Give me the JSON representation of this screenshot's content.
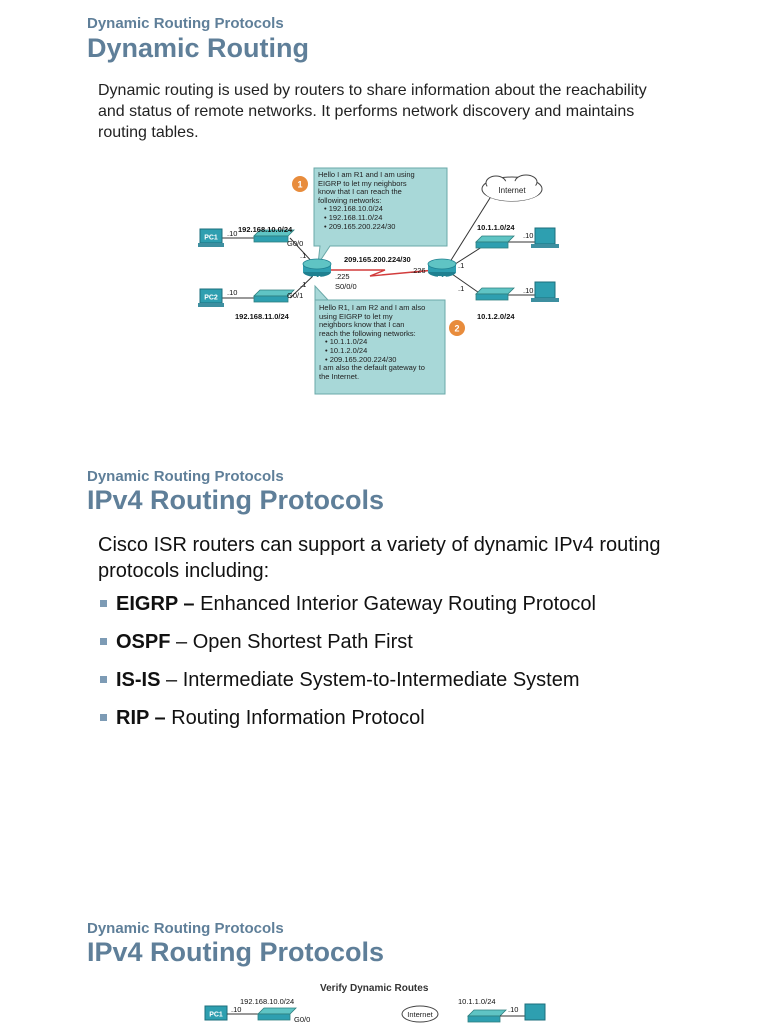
{
  "slide1": {
    "subtitle": "Dynamic Routing Protocols",
    "title": "Dynamic Routing",
    "paragraph": "Dynamic routing is used by routers to share information about the reachability and status of remote networks. It performs network discovery and maintains routing tables.",
    "diagram": {
      "callout1_badge": "1",
      "callout1_lines": [
        "Hello I am R1 and I am using",
        "EIGRP to let my neighbors",
        "know that I can reach the",
        "following networks:"
      ],
      "callout1_items": [
        "192.168.10.0/24",
        "192.168.11.0/24",
        "209.165.200.224/30"
      ],
      "callout2_badge": "2",
      "callout2_lines": [
        "Hello R1, I am R2 and I am also",
        "using EIGRP to let my",
        "neighbors know that I can",
        "reach the following networks:"
      ],
      "callout2_items": [
        "10.1.1.0/24",
        "10.1.2.0/24",
        "209.165.200.224/30"
      ],
      "callout2_tail": [
        "I am also the default gateway to",
        "the Internet."
      ],
      "internet": "Internet",
      "pc1": "PC1",
      "pc2": "PC2",
      "r1": "R1",
      "r2": "R2",
      "net_lan1": "192.168.10.0/24",
      "net_lan2": "192.168.11.0/24",
      "net_wan": "209.165.200.224/30",
      "net_r2_lan1": "10.1.1.0/24",
      "net_r2_lan2": "10.1.2.0/24",
      "pc1_host": ".10",
      "pc2_host": ".10",
      "r2pc1_host": ".10",
      "r2pc2_host": ".10",
      "r1_g00": "G0/0",
      "r1_g01": "G0/1",
      "r1_g00_ip": ".1",
      "r1_g01_ip": ".1",
      "r1_s000": "S0/0/0",
      "r1_wan_ip": ".225",
      "r2_wan_ip": ".226",
      "r2_lan1_ip": ".1",
      "r2_lan2_ip": ".1"
    }
  },
  "slide2": {
    "subtitle": "Dynamic Routing Protocols",
    "title": "IPv4 Routing Protocols",
    "paragraph": "Cisco ISR routers can support a variety of dynamic IPv4 routing protocols including:",
    "bullets": [
      {
        "term": "EIGRP –",
        "desc": " Enhanced Interior Gateway Routing Protocol"
      },
      {
        "term": "OSPF",
        "desc": " – Open Shortest Path First"
      },
      {
        "term": "IS-IS",
        "desc": " – Intermediate System-to-Intermediate System"
      },
      {
        "term": "RIP –",
        "desc": " Routing Information Protocol"
      }
    ]
  },
  "slide3": {
    "subtitle": "Dynamic Routing Protocols",
    "title": "IPv4 Routing Protocols",
    "diagram_title": "Verify Dynamic Routes",
    "diagram": {
      "pc1": "PC1",
      "net_lan1": "192.168.10.0/24",
      "pc1_host": ".10",
      "r1_g00": "G0/0",
      "internet": "Internet",
      "net_r2_lan1": "10.1.1.0/24",
      "r2pc1_host": ".10"
    }
  }
}
